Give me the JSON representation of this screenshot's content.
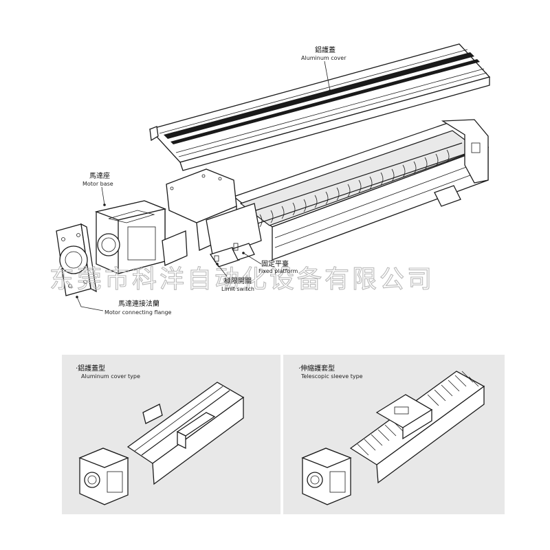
{
  "labels": {
    "aluminum_cover_cn": "鋁護蓋",
    "aluminum_cover_en": "Aluminum cover",
    "motor_base_cn": "馬達座",
    "motor_base_en": "Motor base",
    "fixed_platform_cn": "固定平臺",
    "fixed_platform_en": "Fixed platform",
    "limit_switch_cn": "極限開關",
    "limit_switch_en": "Limit switch",
    "motor_flange_cn": "馬達連接法蘭",
    "motor_flange_en": "Motor connecting flange"
  },
  "watermark": "东莞市科洋自动化设备有限公司",
  "panels": {
    "left": {
      "title_cn": "·鋁護蓋型",
      "title_en": "Aluminum cover type",
      "bg": "#e8e8e8"
    },
    "right": {
      "title_cn": "·伸縮護套型",
      "title_en": "Telescopic sleeve type",
      "bg": "#e8e8e8"
    }
  }
}
